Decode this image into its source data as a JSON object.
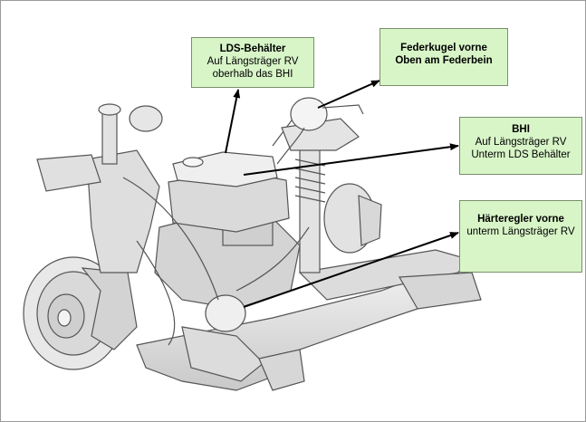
{
  "colors": {
    "label_fill": "#d8f5c8",
    "label_border": "#7a8f6a",
    "arrow": "#000000",
    "part_fill": "#e4e4e4",
    "part_stroke": "#555555"
  },
  "callouts": [
    {
      "id": "lds",
      "title": "LDS-Behälter",
      "lines": [
        "Auf Längsträger RV",
        "oberhalb das  BHI"
      ]
    },
    {
      "id": "feder",
      "title": "Federkugel vorne",
      "lines": [
        "Oben am Federbein"
      ]
    },
    {
      "id": "bhi",
      "title": "BHI",
      "lines": [
        "Auf Längsträger RV",
        "Unterm LDS Behälter"
      ]
    },
    {
      "id": "haerte",
      "title": "Härteregler vorne",
      "lines": [
        "unterm Längsträger RV"
      ]
    }
  ]
}
